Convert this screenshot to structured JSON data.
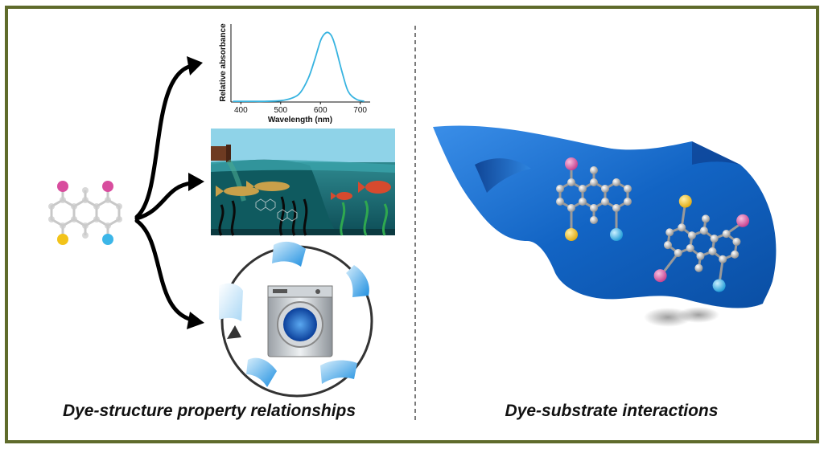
{
  "captions": {
    "left": "Dye-structure property relationships",
    "right": "Dye-substrate interactions"
  },
  "colors": {
    "border": "#5f6b2b",
    "magenta_atom": "#d84d9e",
    "yellow_atom": "#f2c31a",
    "cyan_atom": "#3cb6e8",
    "carbon_atom": "#b9b9b9",
    "fabric_blue": "#1769c9",
    "spectrum_line": "#36b3e0"
  },
  "icons": [
    "arrow-icon",
    "molecule-icon",
    "absorbance-spectrum-chart",
    "river-pollution-scene",
    "washing-machine-icon",
    "fabric-swatch-icon",
    "fish-icon",
    "waste-pipe-icon"
  ],
  "chart_data": {
    "type": "line",
    "xlabel": "Wavelength (nm)",
    "ylabel": "Relative absorbance",
    "xticks": [
      400,
      500,
      600,
      700
    ],
    "xlim": [
      375,
      725
    ],
    "ylim": [
      0,
      1.1
    ],
    "series": [
      {
        "x": [
          380,
          420,
          460,
          500,
          530,
          550,
          570,
          585,
          600,
          610,
          620,
          630,
          640,
          655,
          670,
          690,
          710
        ],
        "y": [
          0.01,
          0.01,
          0.01,
          0.02,
          0.06,
          0.14,
          0.35,
          0.6,
          0.88,
          0.98,
          1.0,
          0.93,
          0.75,
          0.42,
          0.15,
          0.04,
          0.01
        ]
      }
    ]
  }
}
